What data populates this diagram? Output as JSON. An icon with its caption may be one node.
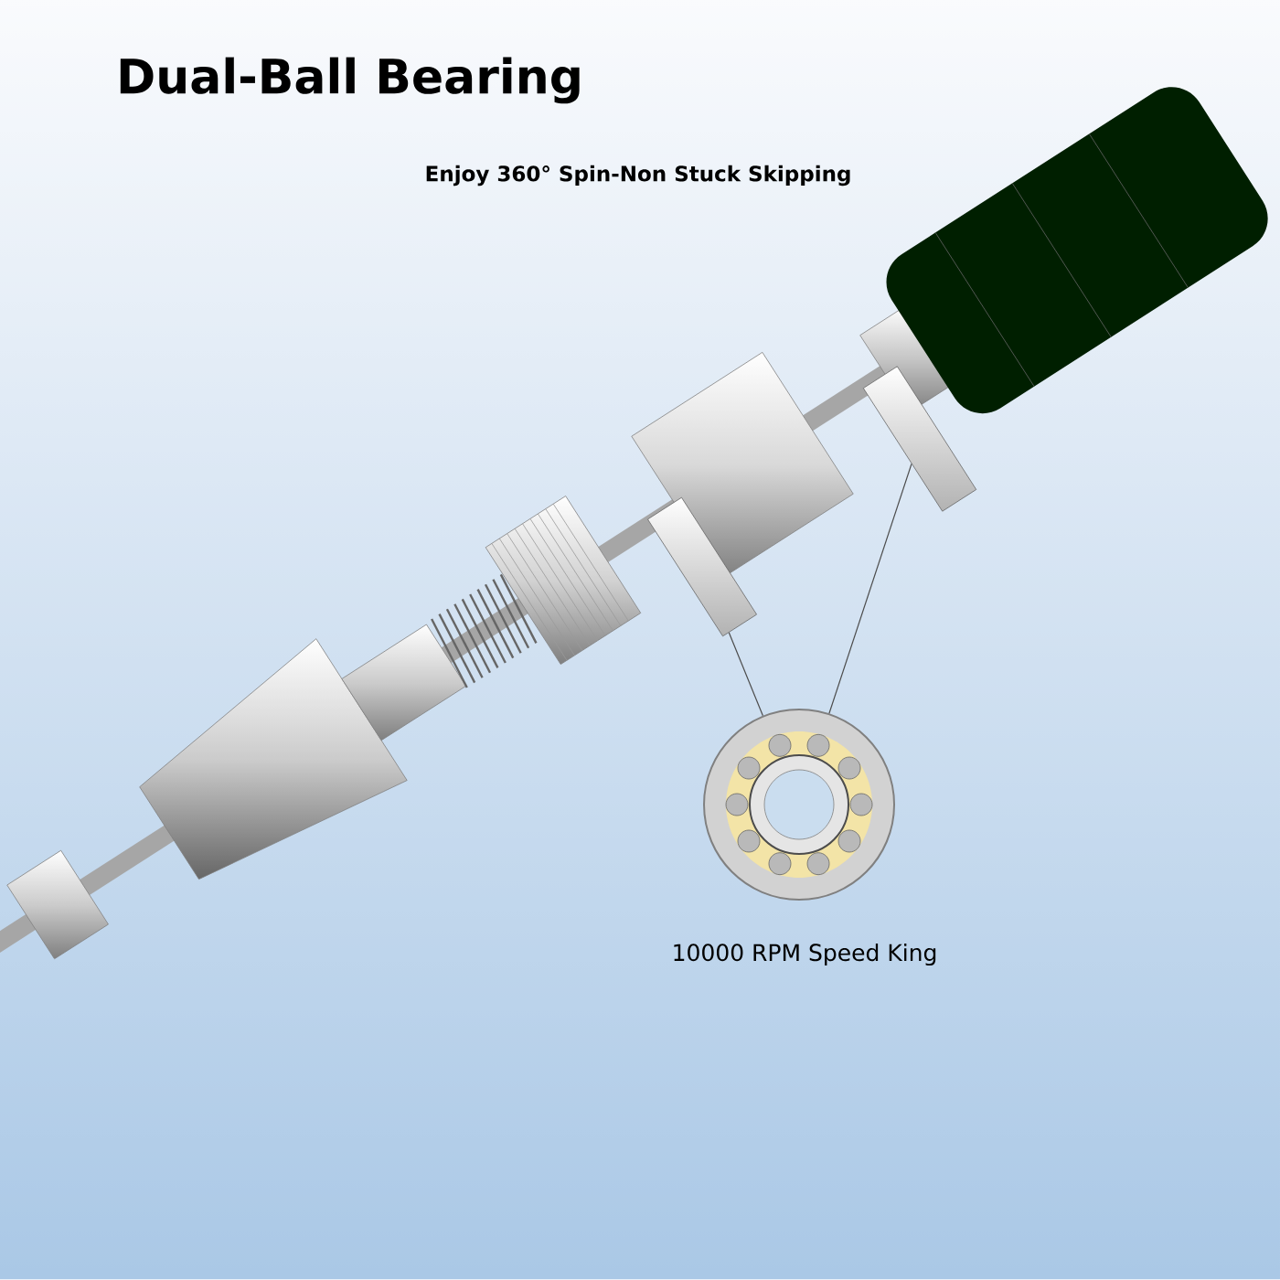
{
  "diagram": {
    "title": "Dual-Ball Bearing",
    "nodes": [
      {
        "text": [],
        "shape": "picture",
        "beside": [
          "10000 RPM Speed King"
        ]
      },
      {
        "text": [],
        "shape": "picture"
      },
      {
        "text": [],
        "shape": "picture"
      }
    ],
    "edges": [
      {
        "from": 1,
        "to": 0,
        "arrow": "none"
      },
      {
        "from": 2,
        "to": 0,
        "arrow": "none"
      }
    ],
    "labels": [
      "Enjoy 360° Spin-Non Stuck Skipping"
    ]
  }
}
